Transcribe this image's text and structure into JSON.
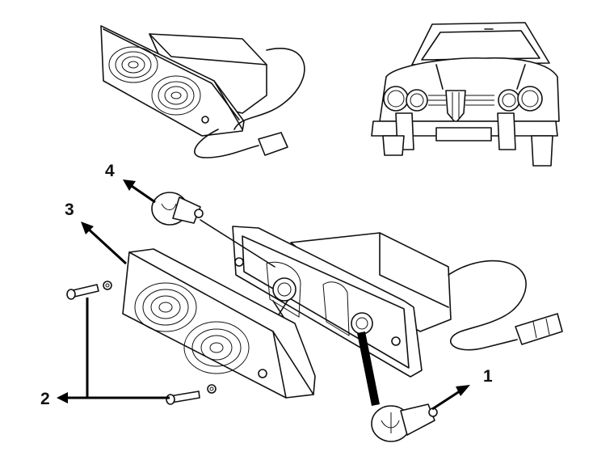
{
  "diagram": {
    "callouts": [
      {
        "id": "1",
        "label": "1"
      },
      {
        "id": "2",
        "label": "2"
      },
      {
        "id": "3",
        "label": "3"
      },
      {
        "id": "4",
        "label": "4"
      }
    ],
    "parts": [
      {
        "callout": "1",
        "icon": "bulb-icon"
      },
      {
        "callout": "2",
        "icon": "screw-icon"
      },
      {
        "callout": "3",
        "icon": "lens-icon"
      },
      {
        "callout": "4",
        "icon": "bulb-icon"
      }
    ]
  }
}
